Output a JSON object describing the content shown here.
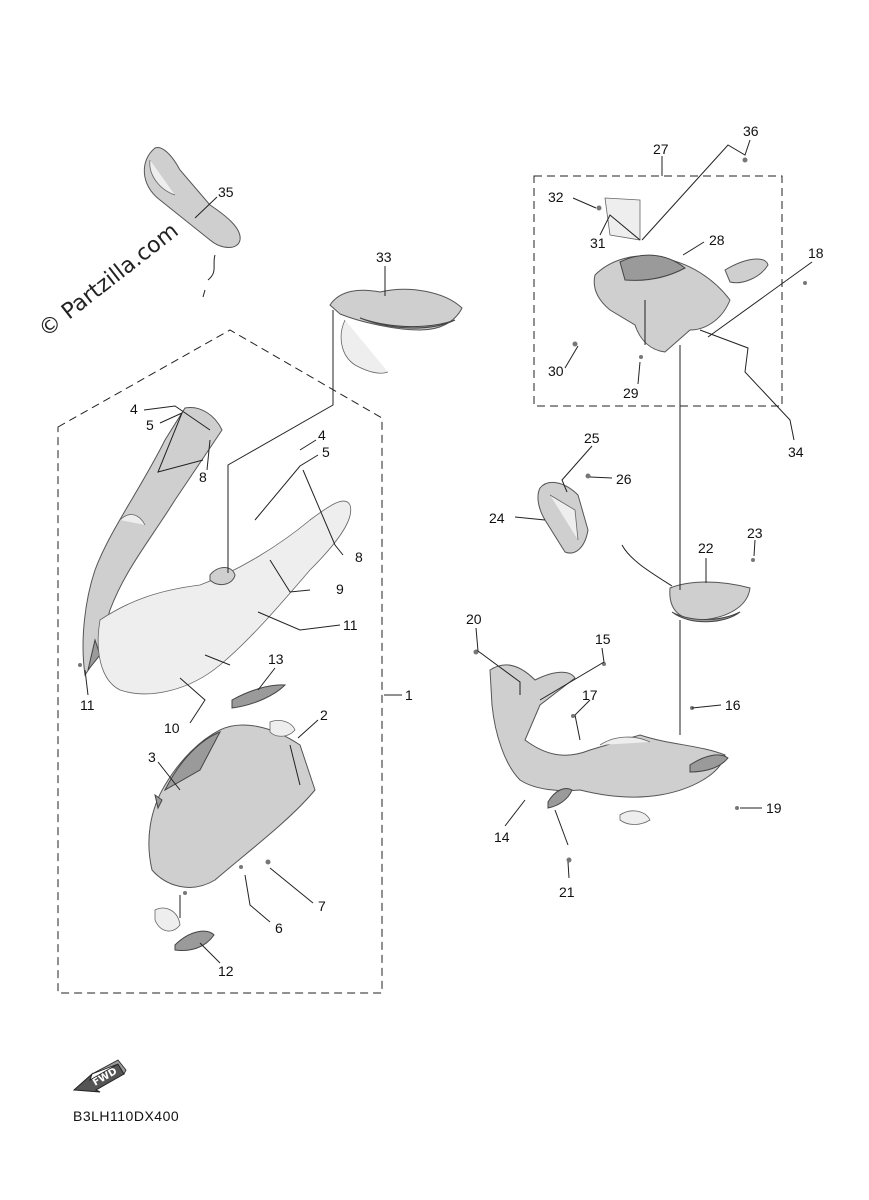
{
  "watermark": "© Partzilla.com",
  "diagram_code": "B3LH110DX400",
  "fwd_label": "FWD",
  "callouts": {
    "c1": "1",
    "c2": "2",
    "c3": "3",
    "c4a": "4",
    "c4b": "4",
    "c5a": "5",
    "c5b": "5",
    "c6": "6",
    "c7": "7",
    "c8a": "8",
    "c8b": "8",
    "c9": "9",
    "c10": "10",
    "c11a": "11",
    "c11b": "11",
    "c12": "12",
    "c13": "13",
    "c14": "14",
    "c15": "15",
    "c16": "16",
    "c17": "17",
    "c18": "18",
    "c19": "19",
    "c20": "20",
    "c21": "21",
    "c22": "22",
    "c23": "23",
    "c24": "24",
    "c25": "25",
    "c26": "26",
    "c27": "27",
    "c28": "28",
    "c29": "29",
    "c30": "30",
    "c31": "31",
    "c32": "32",
    "c33": "33",
    "c34": "34",
    "c35": "35",
    "c36": "36"
  }
}
